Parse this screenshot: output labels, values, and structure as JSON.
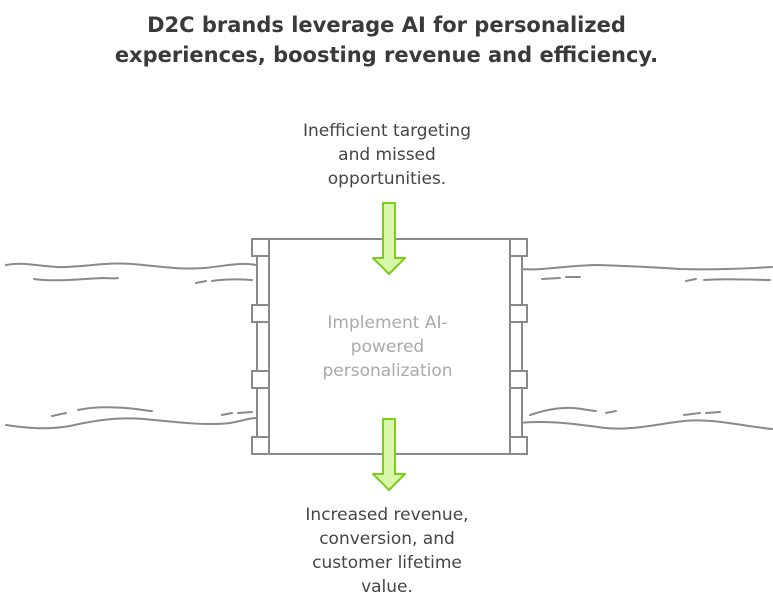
{
  "title": {
    "line1": "D2C brands leverage AI for personalized",
    "line2": "experiences, boosting revenue and efficiency."
  },
  "input": {
    "line1": "Inefficient targeting",
    "line2": "and missed",
    "line3": "opportunities."
  },
  "process": {
    "line1": "Implement AI-",
    "line2": "powered",
    "line3": "personalization"
  },
  "output": {
    "line1": "Increased revenue,",
    "line2": "conversion, and",
    "line3": "customer lifetime",
    "line4": "value."
  },
  "colors": {
    "arrow_fill": "#d9f7a8",
    "arrow_stroke": "#7ccc1c",
    "outline": "#8a8a8a",
    "title": "#3a3a3a",
    "text": "#454545",
    "process_text": "#a9a9a9"
  }
}
